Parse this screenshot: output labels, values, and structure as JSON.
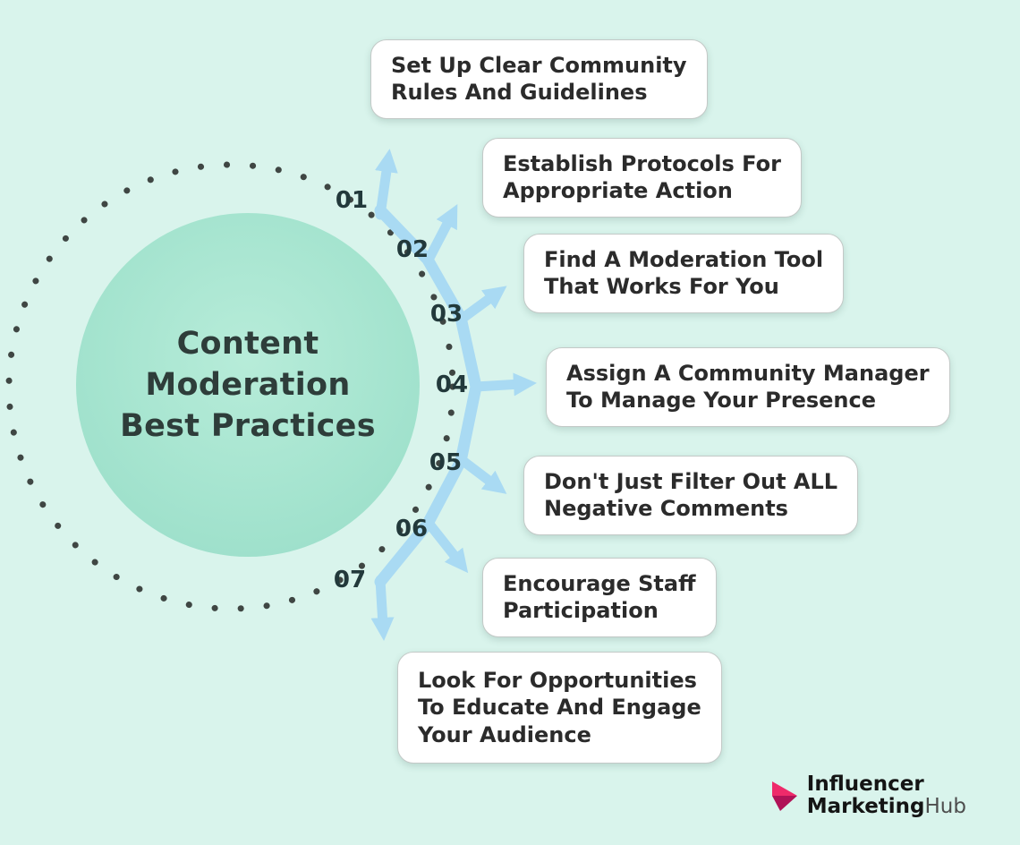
{
  "title": {
    "text": "Content Moderation Best Practices",
    "lines": [
      "Content",
      "Moderation",
      "Best Practices"
    ]
  },
  "steps": [
    {
      "number": "01",
      "label": "Set Up Clear Community Rules And Guidelines",
      "lines": [
        "Set Up Clear Community",
        "Rules And Guidelines"
      ]
    },
    {
      "number": "02",
      "label": "Establish Protocols For Appropriate Action",
      "lines": [
        "Establish Protocols For",
        "Appropriate Action"
      ]
    },
    {
      "number": "03",
      "label": "Find A Moderation Tool That Works For You",
      "lines": [
        "Find A Moderation Tool",
        "That Works For You"
      ]
    },
    {
      "number": "04",
      "label": "Assign A Community Manager To Manage Your Presence",
      "lines": [
        "Assign A Community Manager",
        "To Manage Your Presence"
      ]
    },
    {
      "number": "05",
      "label": "Don't Just Filter Out ALL Negative Comments",
      "lines": [
        "Don't Just Filter Out ALL",
        "Negative Comments"
      ]
    },
    {
      "number": "06",
      "label": "Encourage Staff Participation",
      "lines": [
        "Encourage Staff",
        "Participation"
      ]
    },
    {
      "number": "07",
      "label": "Look For Opportunities To Educate And Engage Your Audience",
      "lines": [
        "Look For Opportunities",
        "To Educate And Engage",
        "Your Audience"
      ]
    }
  ],
  "logo": {
    "line1": "Influencer",
    "line2_bold": "Marketing",
    "line2_light": "Hub"
  },
  "colors": {
    "background": "#d9f4ec",
    "circle_fill": "#a5e4cf",
    "flow_blue": "#a9daf3",
    "number_color": "#22393b",
    "box_text": "#2b2b2b",
    "dotted_ring": "#3f4643",
    "logo_pink": "#ee2a6a",
    "logo_dark_pink": "#b01257"
  }
}
